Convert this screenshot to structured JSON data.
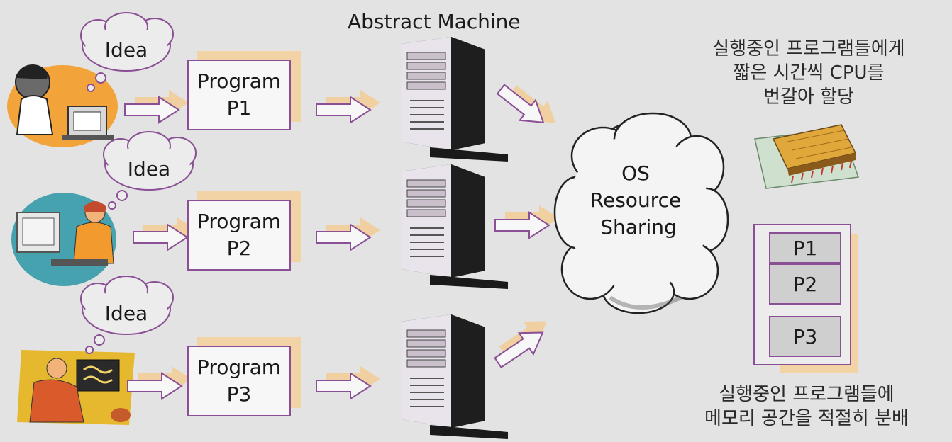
{
  "diagram": {
    "title": "Abstract Machine",
    "idea_label": "Idea",
    "programs": [
      {
        "line1": "Program",
        "line2": "P1"
      },
      {
        "line1": "Program",
        "line2": "P2"
      },
      {
        "line1": "Program",
        "line2": "P3"
      }
    ],
    "os_cloud": {
      "line1": "OS",
      "line2": "Resource",
      "line3": "Sharing"
    },
    "cpu_note": [
      "실행중인 프로그램들에게",
      "짧은 시간씩 CPU를",
      "번갈아 할당"
    ],
    "memory_note": [
      "실행중인 프로그램들에",
      "메모리 공간을 적절히 분배"
    ],
    "memory_blocks": [
      "P1",
      "P2",
      "P3"
    ]
  },
  "colors": {
    "arrow_outline": "#8a4f94",
    "arrow_shadow": "#f0cfa0",
    "box_border": "#8a4f94",
    "background": "#e3e3e3"
  }
}
